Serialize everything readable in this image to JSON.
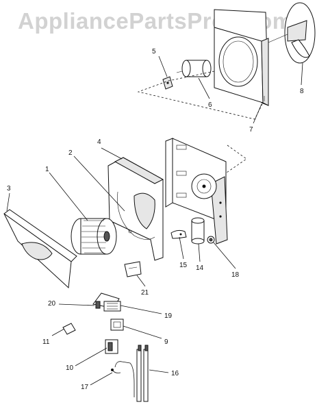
{
  "watermark": "AppliancePartsPros.com",
  "callouts": {
    "c1": "1",
    "c2": "2",
    "c3": "3",
    "c4": "4",
    "c5": "5",
    "c6": "6",
    "c7": "7",
    "c8": "8",
    "c9": "9",
    "c10": "10",
    "c11": "11",
    "c14": "14",
    "c15": "15",
    "c16": "16",
    "c17": "17",
    "c18": "18",
    "c19": "19",
    "c20": "20",
    "c21": "21"
  }
}
